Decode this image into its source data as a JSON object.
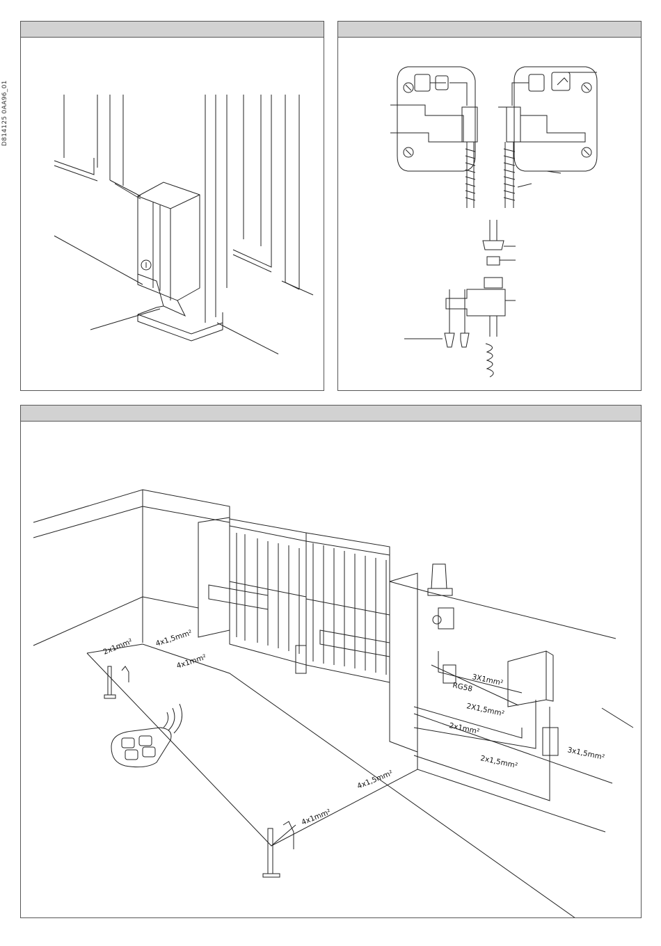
{
  "document": {
    "code": "D814125 0AA96_01"
  },
  "panels": [
    {
      "id": "figure-1",
      "header": ""
    },
    {
      "id": "figure-2",
      "header": ""
    },
    {
      "id": "figure-3",
      "header": ""
    }
  ],
  "cable_labels": {
    "photocell_left_a": "2x1mm²",
    "photocell_left_b": "4x1mm²",
    "motor_left": "4x1,5mm²",
    "lamp": "3X1mm²",
    "antenna": "RG58",
    "motor_right_a": "2X1,5mm²",
    "photocell_right": "2x1mm²",
    "motor_right_b": "2x1,5mm²",
    "mains": "3x1,5mm²",
    "column_a": "4x1,5mm²",
    "column_b": "4x1mm²"
  },
  "icons": [
    "gear-motor",
    "cable-gland",
    "screw",
    "flashing-lamp",
    "control-panel",
    "transmitter",
    "photocell-column",
    "key-selector"
  ]
}
